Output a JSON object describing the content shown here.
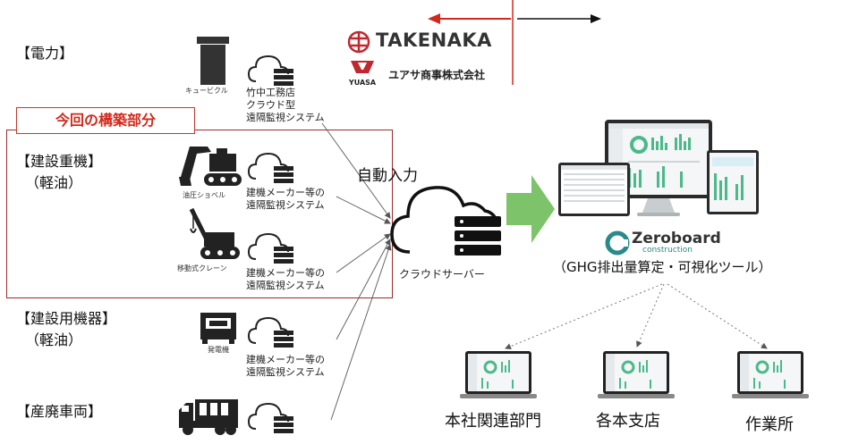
{
  "colors": {
    "accent_red": "#d2291c",
    "box_red": "#9b2a2a",
    "arrow_green": "#7cc36a",
    "zeroboard_teal": "#2a8a8a"
  },
  "header": {
    "takenaka": "TAKENAKA",
    "yuasa_logo": "YUASA",
    "yuasa_company": "ユアサ商事株式会社"
  },
  "categories": {
    "power": "【電力】",
    "construction_machinery": "【建設重機】",
    "construction_machinery_fuel": "（軽油）",
    "construction_equipment": "【建設用機器】",
    "construction_equipment_fuel": "（軽油）",
    "waste_vehicles": "【産廃車両】"
  },
  "highlight": {
    "label": "今回の構築部分"
  },
  "devices": {
    "cubicle": "キュービクル",
    "excavator": "油圧ショベル",
    "crane": "移動式クレーン",
    "generator": "発電機"
  },
  "systems": {
    "takenaka_line1": "竹中工務店",
    "takenaka_line2": "クラウド型",
    "takenaka_line3": "遠隔監視システム",
    "maker_line1": "建機メーカー等の",
    "maker_line2": "遠隔監視システム",
    "maker_line2_partial": "遠隔監視システム"
  },
  "center": {
    "auto_input": "自動入力",
    "cloud_server": "クラウドサーバー"
  },
  "zeroboard": {
    "brand": "Zeroboard",
    "sub": "construction",
    "caption": "（GHG排出量算定・可視化ツール）"
  },
  "outputs": {
    "hq": "本社関連部門",
    "branches": "各本支店",
    "site": "作業所"
  }
}
